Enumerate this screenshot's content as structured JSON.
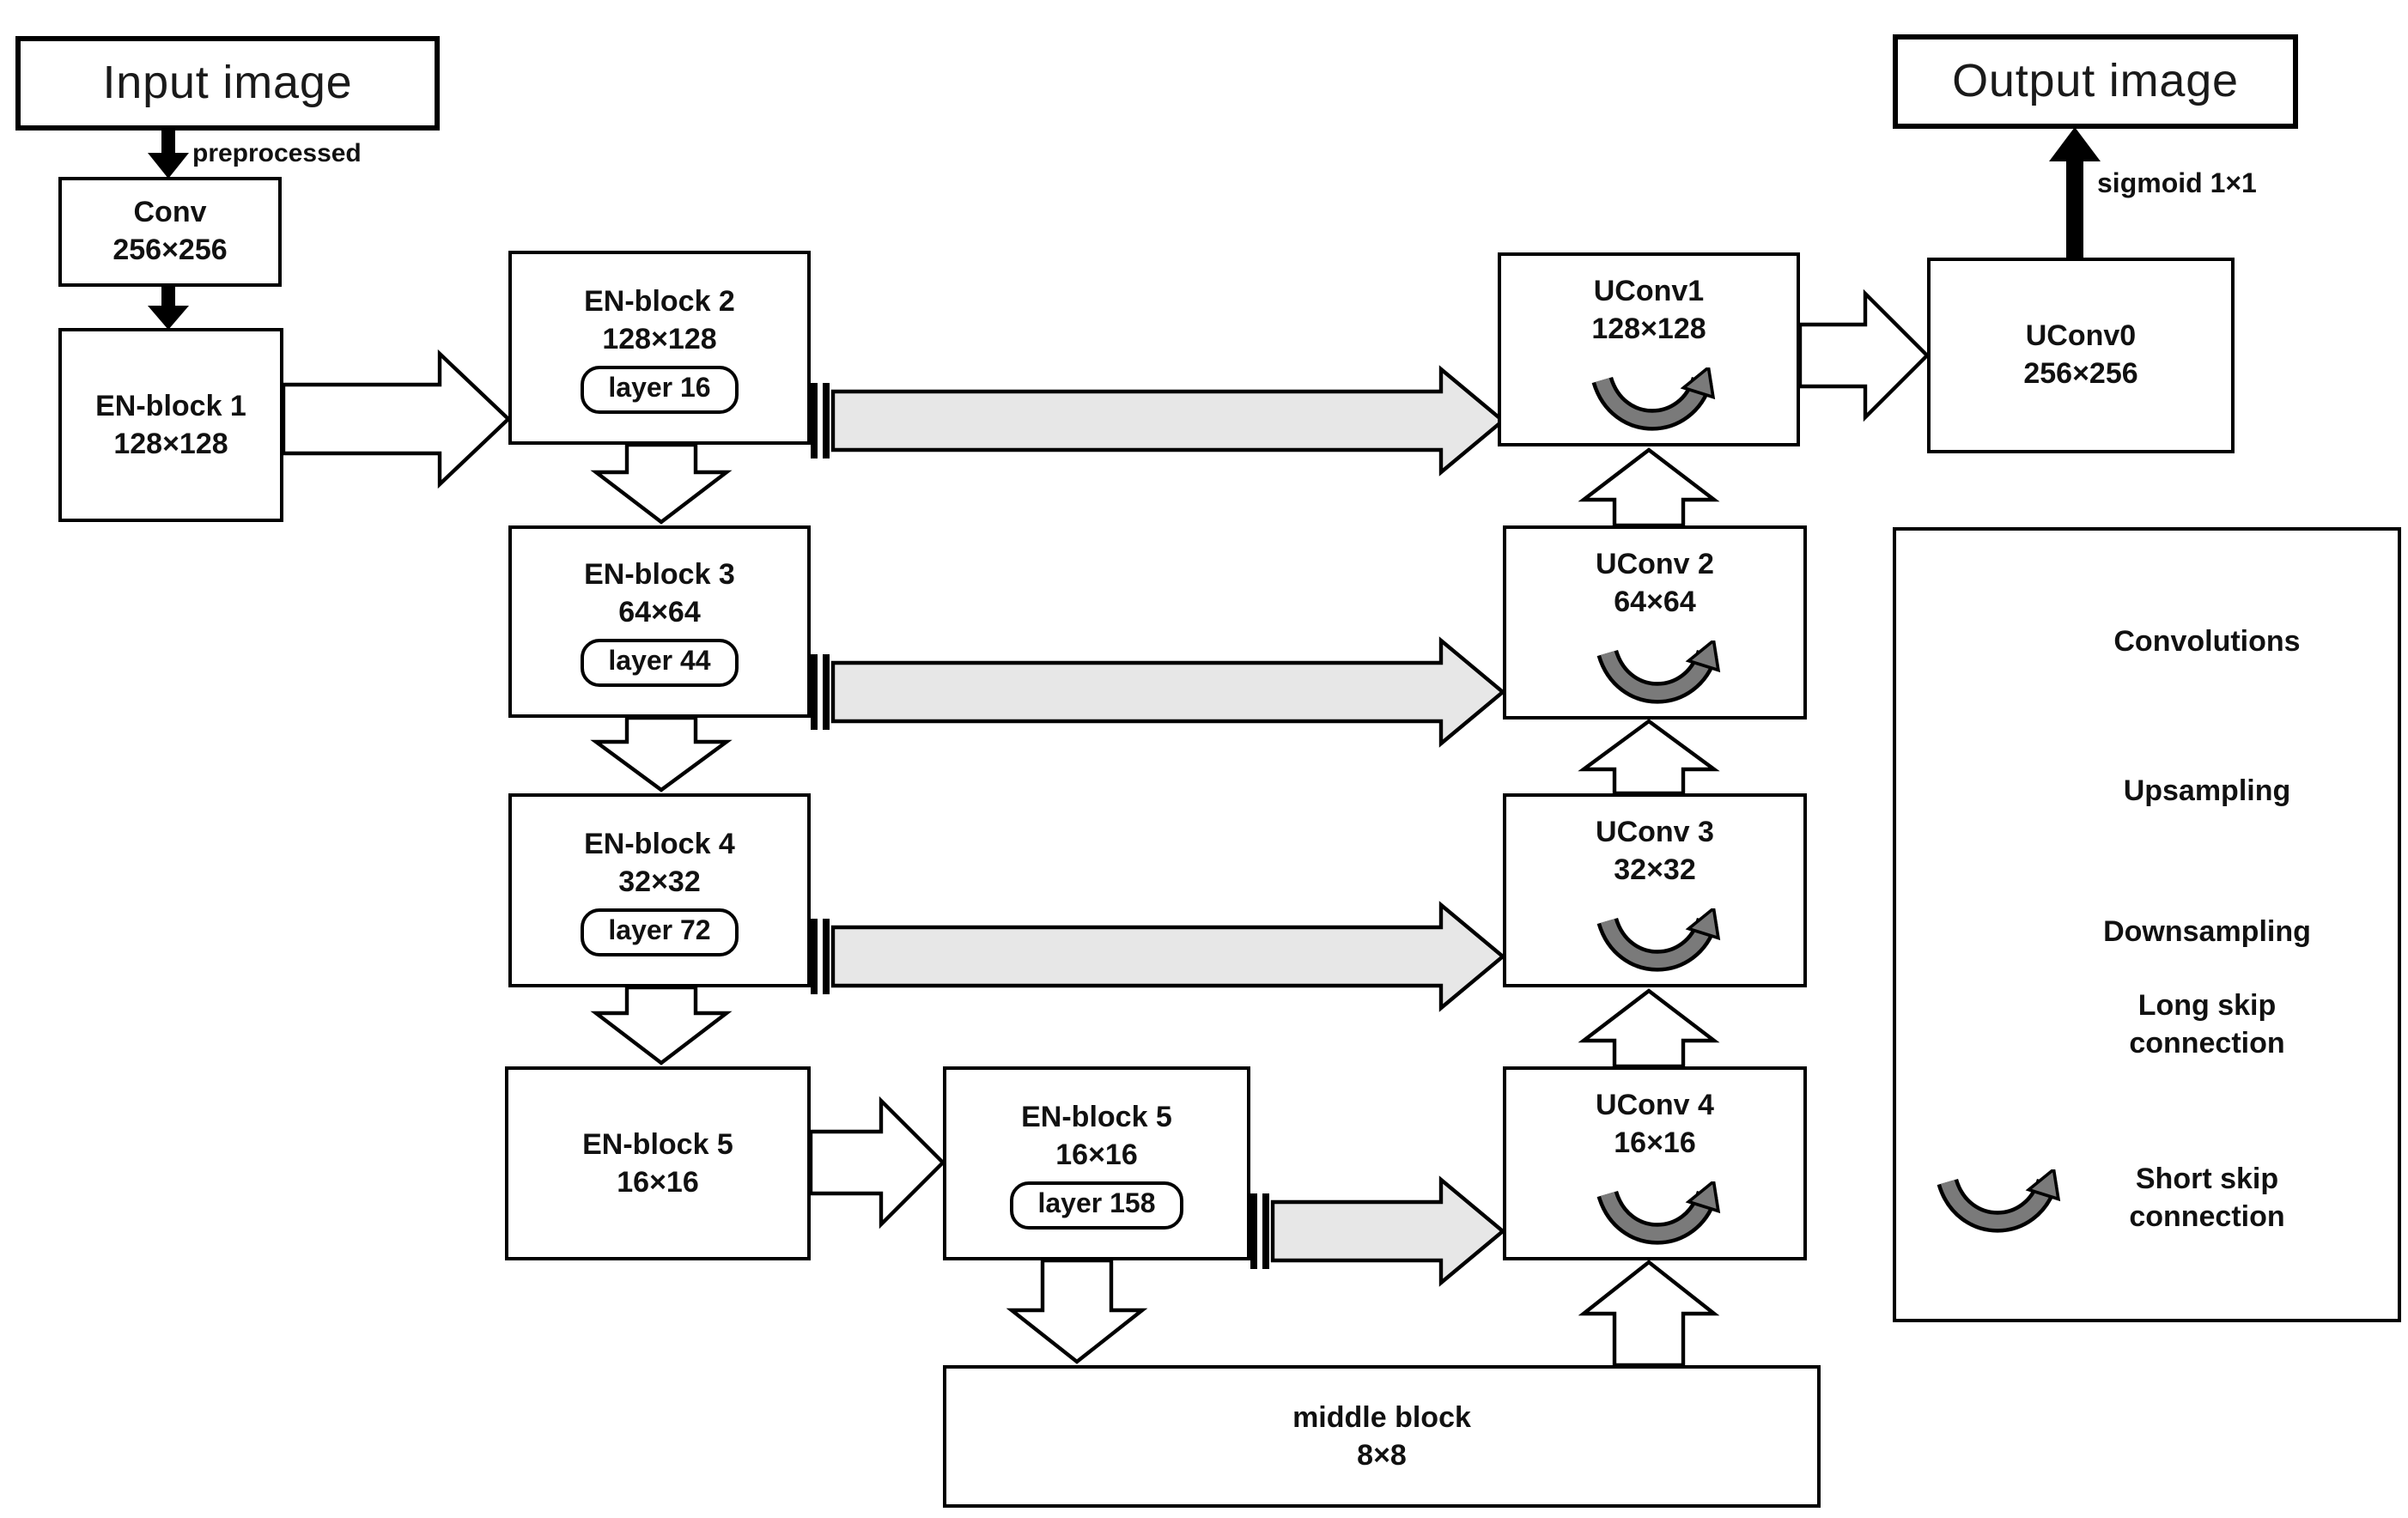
{
  "diagram": {
    "nodes": {
      "input_image": {
        "label": "Input image"
      },
      "conv": {
        "title": "Conv",
        "dim": "256×256"
      },
      "en1": {
        "title": "EN-block 1",
        "dim": "128×128"
      },
      "en2": {
        "title": "EN-block 2",
        "dim": "128×128",
        "layer": "layer 16"
      },
      "en3": {
        "title": "EN-block 3",
        "dim": "64×64",
        "layer": "layer 44"
      },
      "en4": {
        "title": "EN-block 4",
        "dim": "32×32",
        "layer": "layer 72"
      },
      "en5a": {
        "title": "EN-block 5",
        "dim": "16×16"
      },
      "en5b": {
        "title": "EN-block 5",
        "dim": "16×16",
        "layer": "layer 158"
      },
      "middle": {
        "title": "middle block",
        "dim": "8×8"
      },
      "uconv4": {
        "title": "UConv 4",
        "dim": "16×16"
      },
      "uconv3": {
        "title": "UConv 3",
        "dim": "32×32"
      },
      "uconv2": {
        "title": "UConv 2",
        "dim": "64×64"
      },
      "uconv1": {
        "title": "UConv1",
        "dim": "128×128"
      },
      "uconv0": {
        "title": "UConv0",
        "dim": "256×256"
      },
      "output_image": {
        "label": "Output image"
      }
    },
    "edge_labels": {
      "preprocessed": "preprocessed",
      "sigmoid": "sigmoid 1×1"
    },
    "legend": {
      "items": [
        {
          "label": "Convolutions"
        },
        {
          "label": "Upsampling"
        },
        {
          "label": "Downsampling"
        },
        {
          "label": "Long skip connection"
        },
        {
          "label": "Short skip connection"
        }
      ]
    },
    "colors": {
      "outline": "#000000",
      "box_bg": "#ffffff",
      "long_skip_fill": "#e7e7e7",
      "short_skip_fill": "#7a7a7a"
    }
  }
}
